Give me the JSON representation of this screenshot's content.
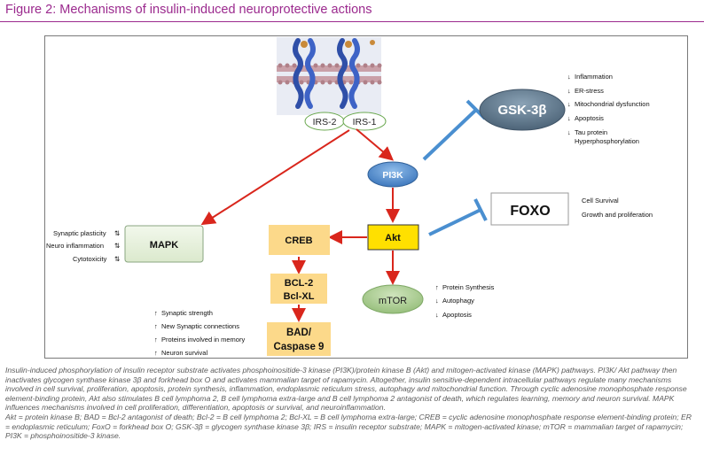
{
  "figure_title": "Figure 2: Mechanisms of insulin-induced neuroprotective actions",
  "nodes": {
    "irs2": "IRS-2",
    "irs1": "IRS-1",
    "pi3k": "PI3K",
    "akt": "Akt",
    "gsk_prefix": "GSK-3",
    "gsk_beta": "β",
    "foxo": "FOXO",
    "mapk": "MAPK",
    "creb": "CREB",
    "bcl2": "BCL-2",
    "bclxl": "Bcl-XL",
    "bad": "BAD/",
    "caspase": "Caspase 9",
    "mtor": "mTOR"
  },
  "gsk_effects": [
    {
      "arrow": "down",
      "text": "Inflammation"
    },
    {
      "arrow": "down",
      "text": "ER-stress"
    },
    {
      "arrow": "down",
      "text": "Mitochondrial dysfunction"
    },
    {
      "arrow": "down",
      "text": "Apoptosis"
    },
    {
      "arrow": "down",
      "text": "Tau protein"
    },
    {
      "arrow": "none",
      "text": "Hyperphosphorylation"
    }
  ],
  "foxo_effects": [
    "Cell Survival",
    "Growth and proliferation"
  ],
  "mapk_effects": [
    {
      "text": "Synaptic plasticity",
      "arrow": "updown"
    },
    {
      "text": "Neuro inflammation",
      "arrow": "updown"
    },
    {
      "text": "Cytotoxicity",
      "arrow": "updown"
    }
  ],
  "mtor_effects": [
    {
      "arrow": "up",
      "text": "Protein Synthesis"
    },
    {
      "arrow": "down",
      "text": "Autophagy"
    },
    {
      "arrow": "down",
      "text": "Apoptosis"
    }
  ],
  "creb_effects": [
    {
      "arrow": "up",
      "text": "Synaptic strength"
    },
    {
      "arrow": "up",
      "text": "New Synaptic connections"
    },
    {
      "arrow": "up",
      "text": "Proteins involved in memory"
    },
    {
      "arrow": "up",
      "text": "Neuron survival"
    }
  ],
  "caption": {
    "paragraph1": "Insulin-induced phosphorylation of insulin receptor substrate activates phosphoinositide-3 kinase (PI3K)/protein kinase B (Akt) and mitogen-activated kinase (MAPK) pathways. PI3K/ Akt pathway then inactivates glycogen synthase kinase 3β and forkhead box O and activates mammalian target of rapamycin. Altogether, insulin sensitive-dependent intracellular pathways regulate many mechanisms involved in cell survival, proliferation, apoptosis, protein synthesis, inflammation, endoplasmic reticulum stress, autophagy and mitochondrial function. Through cyclic adenosine monophosphate response element-binding protein, Akt also stimulates B cell lymphoma 2, B cell lymphoma extra-large and B cell lymphoma 2 antagonist of death, which regulates learning, memory and neuron survival. MAPK influences mechanisms involved in cell proliferation, differentiation, apoptosis or survival, and neuroinflammation.",
    "paragraph2": "Akt = protein kinase B; BAD = Bcl-2 antagonist of death; Bcl-2 = B cell lymphoma 2; Bcl-XL = B cell lymphoma extra-large; CREB = cyclic adenosine monophosphate response element-binding protein; ER = endoplasmic reticulum; FoxO = forkhead box O; GSK-3β = glycogen synthase kinase 3β; IRS = insulin receptor substrate; MAPK = mitogen-activated kinase; mTOR = mammalian target of rapamycin; PI3K = phosphoinositide-3 kinase."
  },
  "colors": {
    "title": "#9b2a8e",
    "activation_arrow": "#d9261c",
    "inhibition_arrow": "#4a8fd0",
    "orange_box": "#fcd98a",
    "akt_box": "#ffe000",
    "pi3k_node": "#4b86c8",
    "gsk_node": "#5b7388",
    "mtor_node": "#a7c98f",
    "mapk_box": "#e6f0dc"
  }
}
